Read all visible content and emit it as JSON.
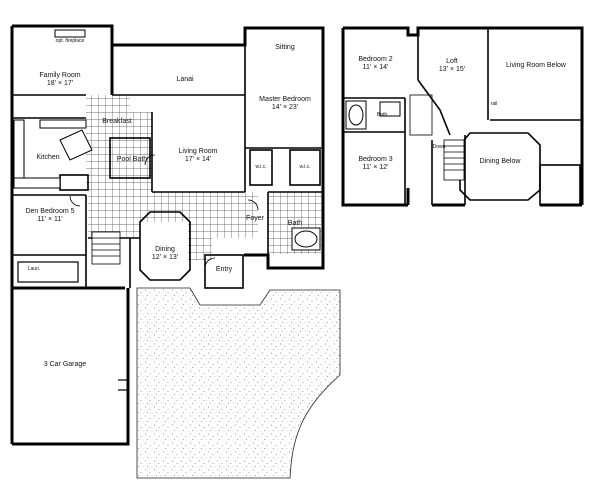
{
  "first_floor": {
    "family_room": {
      "name": "Family Room",
      "dims": "18' × 17'",
      "fireplace": "opt. fireplace"
    },
    "lanai": "Lanai",
    "sitting": "Sitting",
    "master_bedroom": {
      "name": "Master Bedroom",
      "dims": "14' × 23'"
    },
    "kitchen": "Kitchen",
    "breakfast": "Breakfast",
    "living_room": {
      "name": "Living Room",
      "dims": "17' × 14'"
    },
    "pool_bath": "Pool Bath",
    "den": {
      "name": "Den Bedroom 5",
      "dims": "11' × 11'"
    },
    "dining": {
      "name": "Dining",
      "dims": "12' × 13'"
    },
    "foyer": "Foyer",
    "entry": "Entry",
    "bath": "Bath",
    "garage": "3 Car Garage",
    "laundry": "Laun.",
    "closet_1": "w.i.c.",
    "closet_2": "w.i.c."
  },
  "second_floor": {
    "bedroom_2": {
      "name": "Bedroom 2",
      "dims": "11' × 14'"
    },
    "loft": {
      "name": "Loft",
      "dims": "13' × 15'"
    },
    "living_room_below": "Living Room Below",
    "bath": "Bath",
    "bedroom_3": {
      "name": "Bedroom 3",
      "dims": "11' × 12'"
    },
    "dining_below": "Dining Below",
    "down": "Down",
    "rail": "rail"
  }
}
